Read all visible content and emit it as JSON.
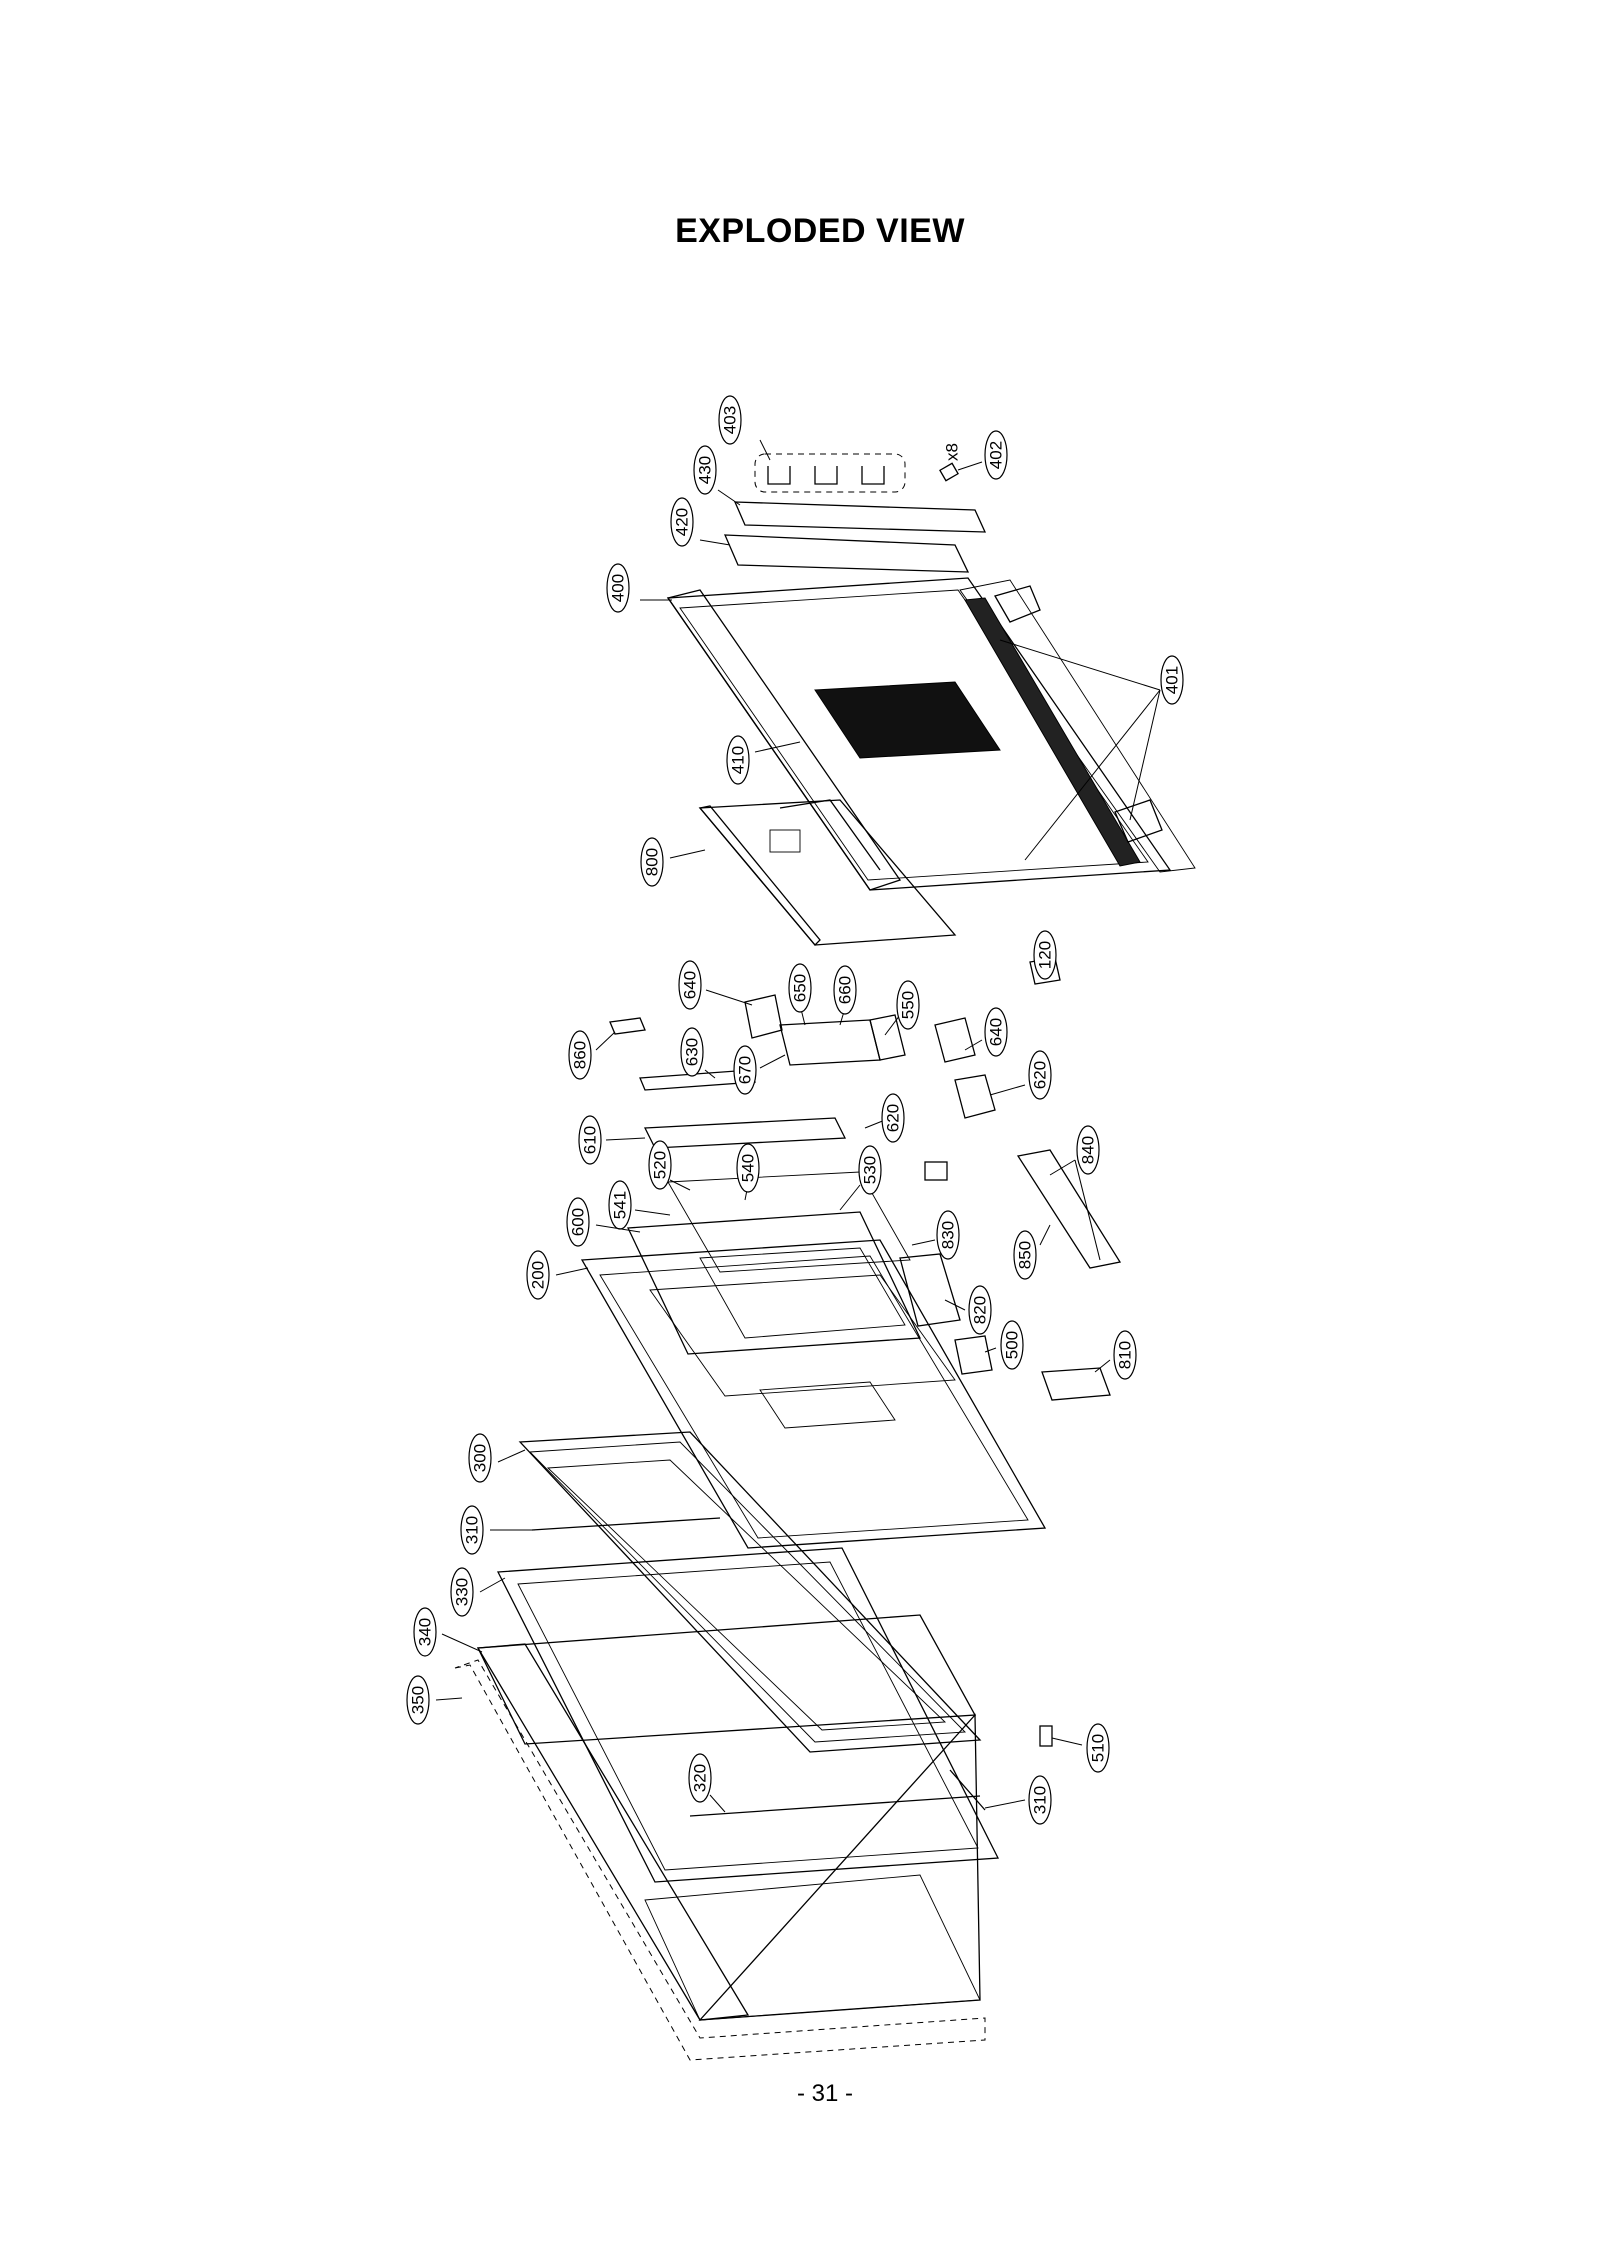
{
  "page": {
    "title": "EXPLODED VIEW",
    "page_number": "- 31 -"
  },
  "callouts": [
    {
      "id": "403",
      "label": "403"
    },
    {
      "id": "402",
      "label": "402"
    },
    {
      "id": "x8",
      "label": "x8"
    },
    {
      "id": "430",
      "label": "430"
    },
    {
      "id": "420",
      "label": "420"
    },
    {
      "id": "400",
      "label": "400"
    },
    {
      "id": "401",
      "label": "401"
    },
    {
      "id": "410",
      "label": "410"
    },
    {
      "id": "800",
      "label": "800"
    },
    {
      "id": "120",
      "label": "120"
    },
    {
      "id": "640a",
      "label": "640"
    },
    {
      "id": "650",
      "label": "650"
    },
    {
      "id": "660",
      "label": "660"
    },
    {
      "id": "550",
      "label": "550"
    },
    {
      "id": "640b",
      "label": "640"
    },
    {
      "id": "860",
      "label": "860"
    },
    {
      "id": "630",
      "label": "630"
    },
    {
      "id": "670",
      "label": "670"
    },
    {
      "id": "620a",
      "label": "620"
    },
    {
      "id": "620b",
      "label": "620"
    },
    {
      "id": "610",
      "label": "610"
    },
    {
      "id": "520",
      "label": "520"
    },
    {
      "id": "540",
      "label": "540"
    },
    {
      "id": "530",
      "label": "530"
    },
    {
      "id": "840",
      "label": "840"
    },
    {
      "id": "541",
      "label": "541"
    },
    {
      "id": "600",
      "label": "600"
    },
    {
      "id": "830",
      "label": "830"
    },
    {
      "id": "850",
      "label": "850"
    },
    {
      "id": "200",
      "label": "200"
    },
    {
      "id": "820",
      "label": "820"
    },
    {
      "id": "500",
      "label": "500"
    },
    {
      "id": "810",
      "label": "810"
    },
    {
      "id": "300",
      "label": "300"
    },
    {
      "id": "310a",
      "label": "310"
    },
    {
      "id": "330",
      "label": "330"
    },
    {
      "id": "340",
      "label": "340"
    },
    {
      "id": "350",
      "label": "350"
    },
    {
      "id": "510",
      "label": "510"
    },
    {
      "id": "320",
      "label": "320"
    },
    {
      "id": "310b",
      "label": "310"
    }
  ]
}
